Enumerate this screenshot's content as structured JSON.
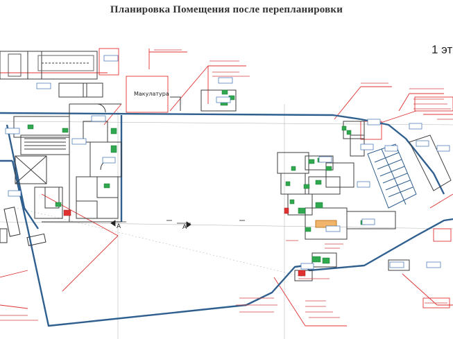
{
  "title": "Планировка   Помещения после перепланировки",
  "floor_label": "1 эт",
  "rooms": {
    "makulatura": "Макулатура"
  },
  "markers": {
    "section_a": "A"
  },
  "colors": {
    "wall": "#2f5f8f",
    "red_line": "#e03030",
    "green": "#2fa84f",
    "grid": "#8a8a8a",
    "label_blue": "#3a6fb0"
  }
}
